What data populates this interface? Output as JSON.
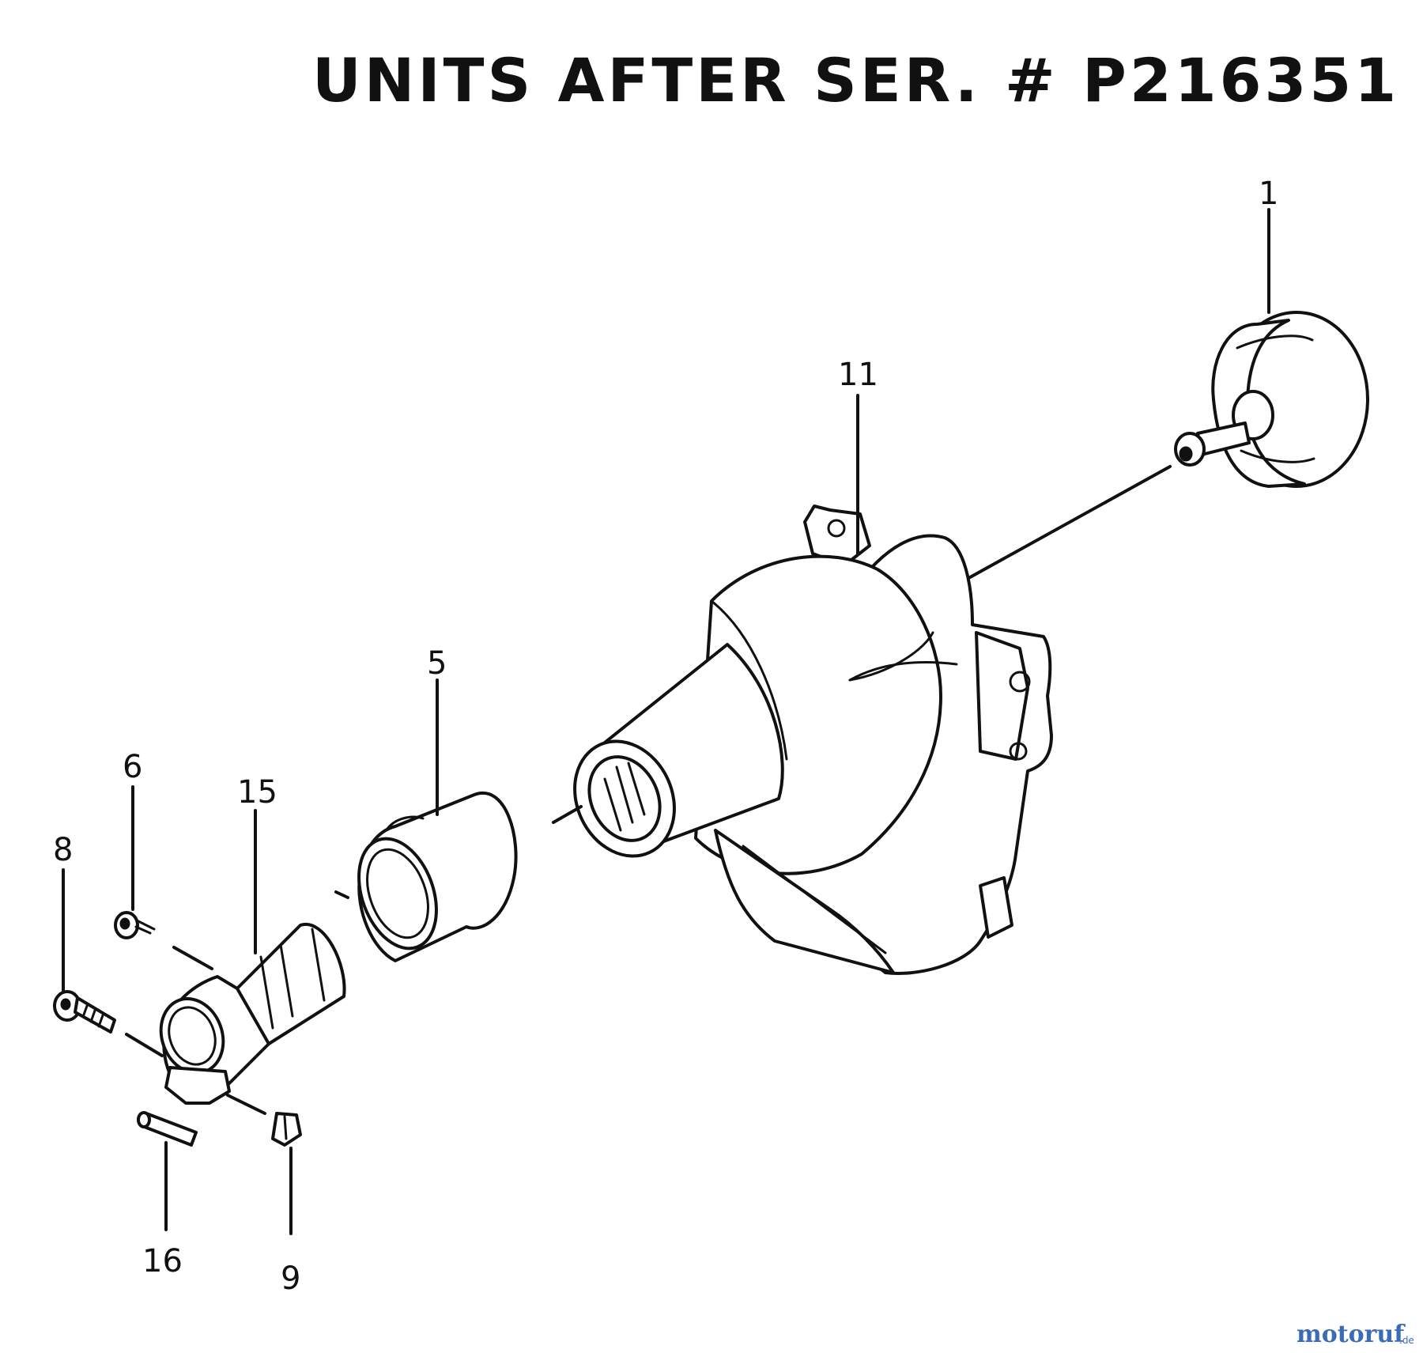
{
  "title": "UNITS AFTER SER. # P216351",
  "callouts": {
    "part_1": "1",
    "part_5": "5",
    "part_6": "6",
    "part_8": "8",
    "part_9": "9",
    "part_11": "11",
    "part_15": "15",
    "part_16": "16"
  },
  "watermark": {
    "brand_a": "motoruf",
    "brand_b": "",
    "suffix": ".de",
    "colors": {
      "blue": "#3b6bb5",
      "orange": "#e08a1e"
    }
  }
}
